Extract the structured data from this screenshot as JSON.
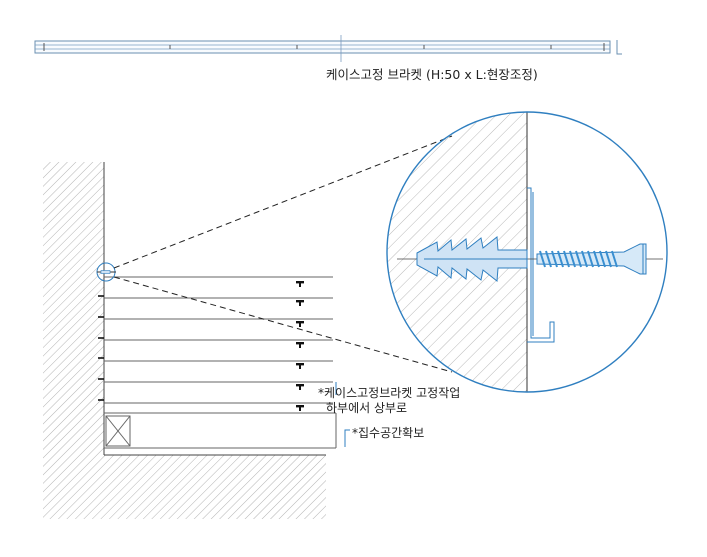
{
  "labels": {
    "bracket_title": "케이스고정 브라켓 (H:50 x L:현장조정)",
    "work_note_line1": "*케이스고정브라켓 고정작업",
    "work_note_line2": "하부에서 상부로",
    "space_note": "*집수공간확보"
  },
  "colors": {
    "line": "#555555",
    "hatch": "#9a9a9a",
    "accent_blue": "#2f7fc0",
    "screw_blue": "#3a8fd0",
    "anchor_fill": "#cfe3f5"
  },
  "icons": {
    "anchor": "wall-plug-anchor-icon",
    "screw": "wood-screw-icon",
    "clip": "bracket-clip-icon"
  }
}
